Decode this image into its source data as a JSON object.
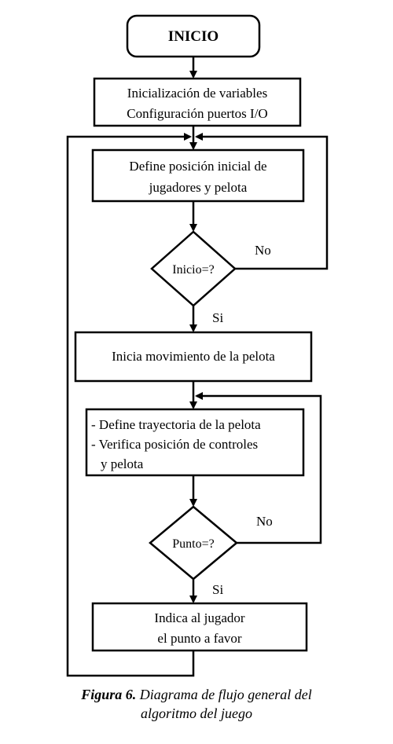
{
  "diagram": {
    "start": "INICIO",
    "init": [
      "Inicialización de variables",
      "Configuración puertos I/O"
    ],
    "define_initial": [
      "Define posición inicial de",
      "jugadores y pelota"
    ],
    "decision_start": "Inicio=?",
    "decision_start_no": "No",
    "decision_start_yes": "Si",
    "start_ball": "Inicia movimiento de la pelota",
    "trajectory": [
      "- Define trayectoria de la pelota",
      "- Verifica posición de controles",
      "y pelota"
    ],
    "decision_point": "Punto=?",
    "decision_point_no": "No",
    "decision_point_yes": "Si",
    "indicate": [
      "Indica al jugador",
      "el punto a favor"
    ]
  },
  "caption": {
    "figure_label": "Figura 6.",
    "line1": "Diagrama de flujo general del",
    "line2": "algoritmo del juego"
  }
}
